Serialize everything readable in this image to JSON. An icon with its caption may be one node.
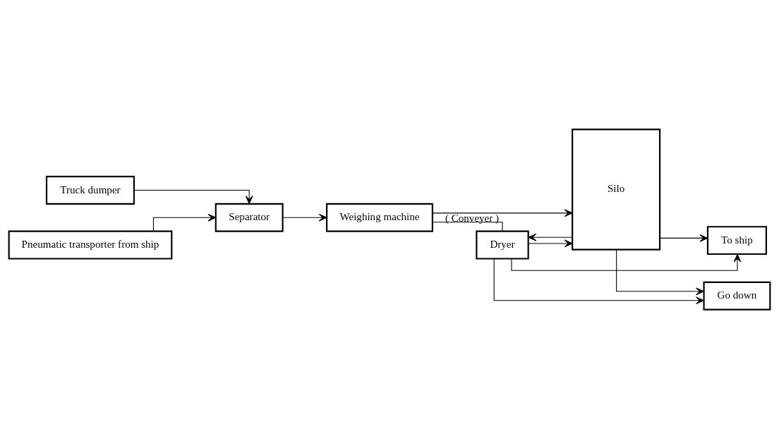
{
  "diagram": {
    "nodes": [
      {
        "text": [
          "Truck dumper"
        ]
      },
      {
        "text": [
          "Pneumatic transporter from ship"
        ]
      },
      {
        "text": [
          "Separator"
        ]
      },
      {
        "text": [
          "Weighing machine"
        ]
      },
      {
        "text": [
          "Dryer"
        ]
      },
      {
        "text": [
          "Silo"
        ]
      },
      {
        "text": [
          "Go down"
        ]
      },
      {
        "text": [
          "To ship"
        ]
      }
    ],
    "edges": [
      {
        "from": 0,
        "to": 2,
        "arrow": "to"
      },
      {
        "from": 1,
        "to": 2,
        "arrow": "to"
      },
      {
        "from": 2,
        "to": 3,
        "arrow": "to"
      },
      {
        "from": 3,
        "to": 5,
        "arrow": "to",
        "label": "( Conveyer )"
      },
      {
        "from": 3,
        "to": 4,
        "arrow": "none"
      },
      {
        "from": 5,
        "to": 4,
        "arrow": "to"
      },
      {
        "from": 4,
        "to": 5,
        "arrow": "to"
      },
      {
        "from": 4,
        "to": 6,
        "arrow": "to"
      },
      {
        "from": 4,
        "to": 7,
        "arrow": "to"
      },
      {
        "from": 5,
        "to": 6,
        "arrow": "to"
      },
      {
        "from": 5,
        "to": 7,
        "arrow": "to"
      }
    ]
  }
}
